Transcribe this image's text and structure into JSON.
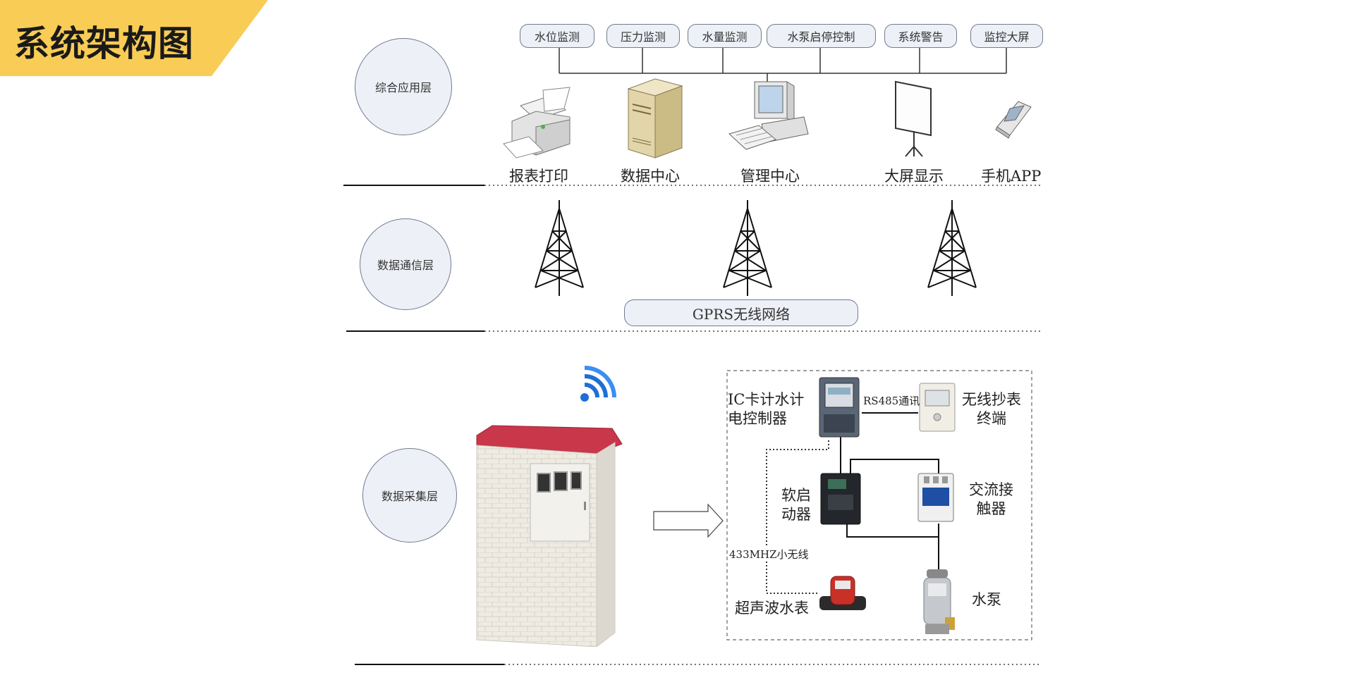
{
  "banner": {
    "title": "系统架构图"
  },
  "layers": {
    "application": "综合应用层",
    "communication": "数据通信层",
    "acquisition": "数据采集层"
  },
  "functions": [
    "水位监测",
    "压力监测",
    "水量监测",
    "水泵启停控制",
    "系统警告",
    "监控大屏"
  ],
  "devices": {
    "report_print": "报表打印",
    "data_center": "数据中心",
    "management_center": "管理中心",
    "big_screen": "大屏显示",
    "mobile_app": "手机APP"
  },
  "network": {
    "label": "GPRS无线网络"
  },
  "components": {
    "ic_controller_line1": "IC卡计水计",
    "ic_controller_line2": "电控制器",
    "rs485": "RS485通讯",
    "wireless_reader_line1": "无线抄表",
    "wireless_reader_line2": "终端",
    "soft_starter_line1": "软启",
    "soft_starter_line2": "动器",
    "contactor_line1": "交流接",
    "contactor_line2": "触器",
    "radio_433": "433MHZ小无线",
    "ultrasonic_meter": "超声波水表",
    "water_pump": "水泵"
  },
  "colors": {
    "banner": "#f9cc55",
    "circle_fill": "#eef0f7",
    "circle_border": "#6f7c8e",
    "wifi_blue": "#1f6fd6",
    "cabinet_roof": "#c8374a"
  }
}
